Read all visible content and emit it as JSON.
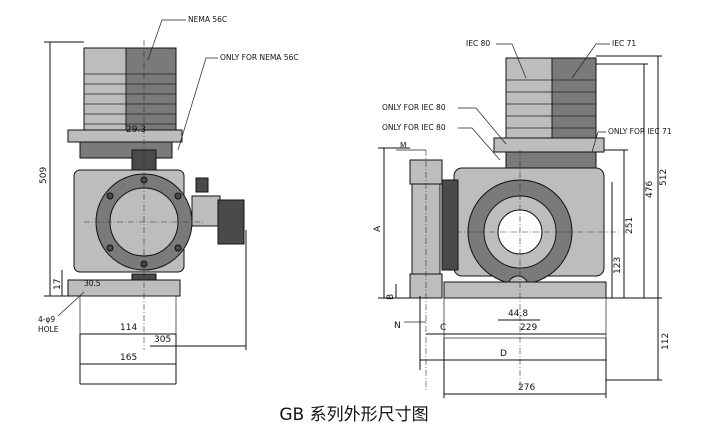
{
  "caption": "GB 系列外形尺寸图",
  "left_view": {
    "labels": {
      "nema56c": "NEMA 56C",
      "only_nema56c": "ONLY FOR NEMA 56C",
      "hole_top": "4-φ9",
      "hole_bottom": "HOLE"
    },
    "dimensions": {
      "d509": "509",
      "d29_3": "29.3",
      "d17": "17",
      "d30_5": "30.5",
      "d114": "114",
      "d305": "305",
      "d165": "165"
    }
  },
  "right_view": {
    "labels": {
      "iec80": "IEC 80",
      "iec71": "IEC 71",
      "only_iec80_a": "ONLY FOR IEC 80",
      "only_iec80_b": "ONLY FOR IEC 80",
      "only_iec71": "ONLY FOR IEC 71",
      "m": "M",
      "a": "A",
      "b": "B",
      "n": "N",
      "c": "C",
      "d": "D"
    },
    "dimensions": {
      "d512": "512",
      "d476": "476",
      "d251": "251",
      "d123": "123",
      "d44_8": "44.8",
      "d229": "229",
      "d276": "276",
      "d112": "112"
    }
  }
}
